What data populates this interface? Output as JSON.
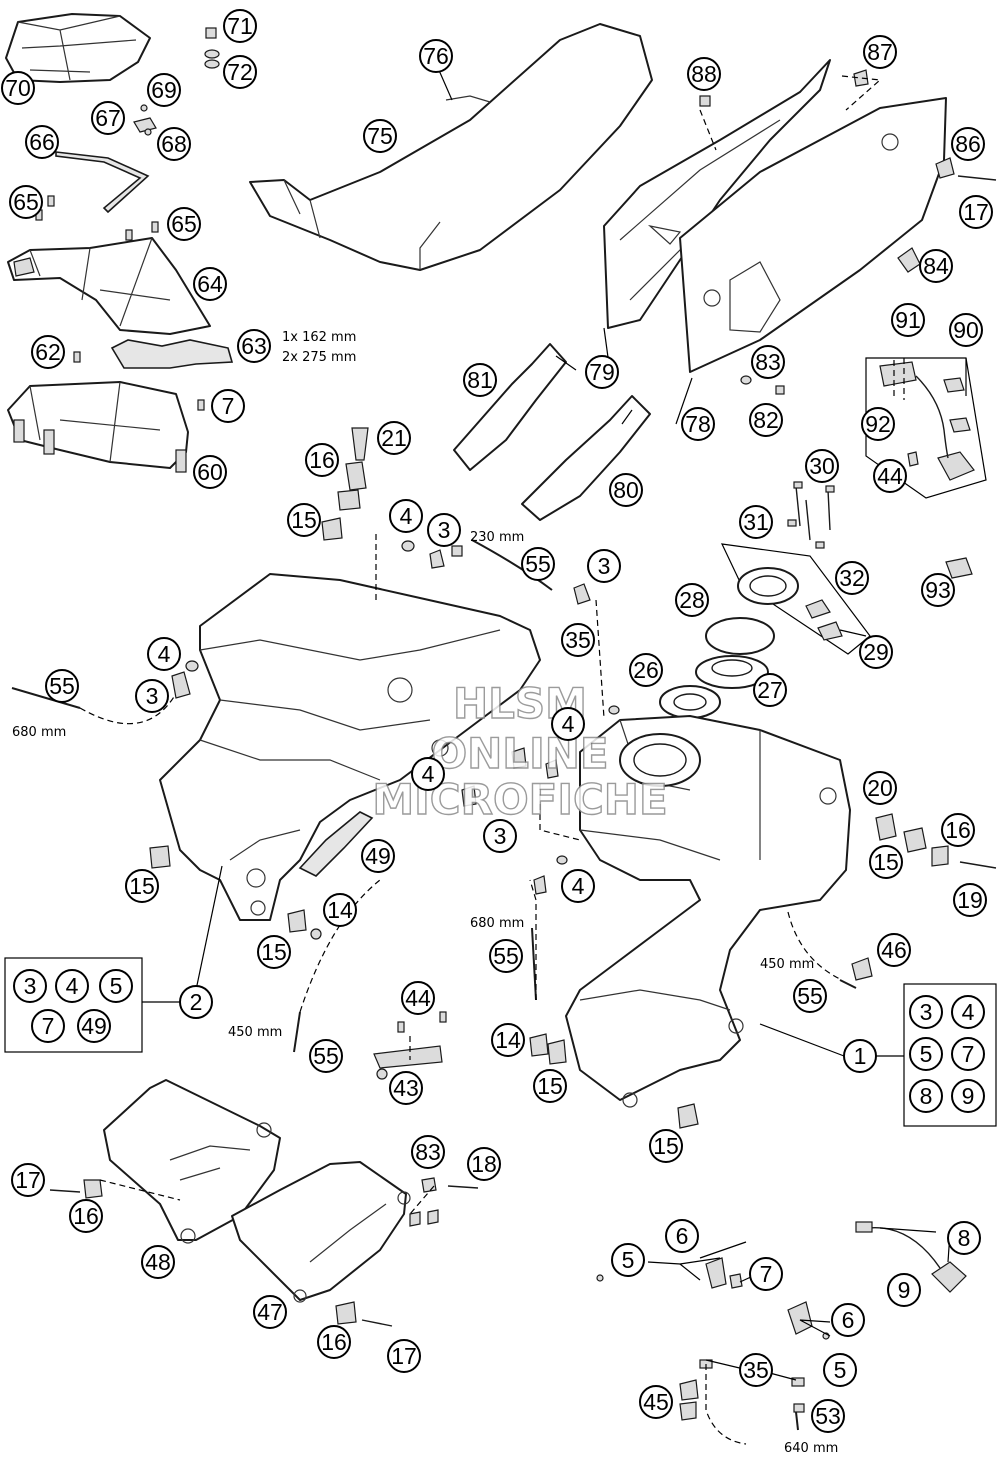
{
  "watermark": {
    "lines": [
      "HLSM",
      "ONLINE",
      "MICROFICHE"
    ]
  },
  "dimensions": {
    "left_cover_hose": "1x 162 mm",
    "right_cover_hose": "2x 275 mm",
    "vent_hose_top": "230 mm",
    "left_vent_hose": "680 mm",
    "center_vent_hose": "680 mm",
    "left_drain_hose": "450 mm",
    "right_drain_hose": "450 mm",
    "fuel_line": "640 mm"
  },
  "callout_numbers": {
    "c1": "1",
    "c2": "2",
    "c3a": "3",
    "c3b": "3",
    "c3c": "3",
    "c3d": "3",
    "c4a": "4",
    "c4b": "4",
    "c4c": "4",
    "c4d": "4",
    "c4e": "4",
    "c5a": "5",
    "c5b": "5",
    "c6a": "6",
    "c6b": "6",
    "c7a": "7",
    "c7b": "7",
    "c8": "8",
    "c9": "9",
    "c14a": "14",
    "c14b": "14",
    "c15a": "15",
    "c15b": "15",
    "c15c": "15",
    "c15d": "15",
    "c15e": "15",
    "c15f": "15",
    "c16a": "16",
    "c16b": "16",
    "c16c": "16",
    "c16d": "16",
    "c17a": "17",
    "c17b": "17",
    "c17c": "17",
    "c18": "18",
    "c19": "19",
    "c20": "20",
    "c21": "21",
    "c26": "26",
    "c27": "27",
    "c28": "28",
    "c29": "29",
    "c30": "30",
    "c31": "31",
    "c32": "32",
    "c35a": "35",
    "c35b": "35",
    "c43": "43",
    "c44a": "44",
    "c44b": "44",
    "c45": "45",
    "c46": "46",
    "c47": "47",
    "c48": "48",
    "c49": "49",
    "c53": "53",
    "c55a": "55",
    "c55b": "55",
    "c55c": "55",
    "c55d": "55",
    "c55e": "55",
    "c60": "60",
    "c62": "62",
    "c63": "63",
    "c64": "64",
    "c65a": "65",
    "c65b": "65",
    "c66": "66",
    "c67": "67",
    "c68": "68",
    "c69": "69",
    "c70": "70",
    "c71": "71",
    "c72": "72",
    "c75": "75",
    "c76": "76",
    "c78": "78",
    "c79": "79",
    "c80": "80",
    "c81": "81",
    "c82": "82",
    "c83a": "83",
    "c83b": "83",
    "c84": "84",
    "c86": "86",
    "c87": "87",
    "c88": "88",
    "c90": "90",
    "c91": "91",
    "c92": "92",
    "c93": "93"
  },
  "kit_left": {
    "items": [
      "3",
      "4",
      "5",
      "7",
      "49"
    ]
  },
  "kit_right": {
    "items": [
      "3",
      "4",
      "5",
      "7",
      "8",
      "9"
    ]
  }
}
